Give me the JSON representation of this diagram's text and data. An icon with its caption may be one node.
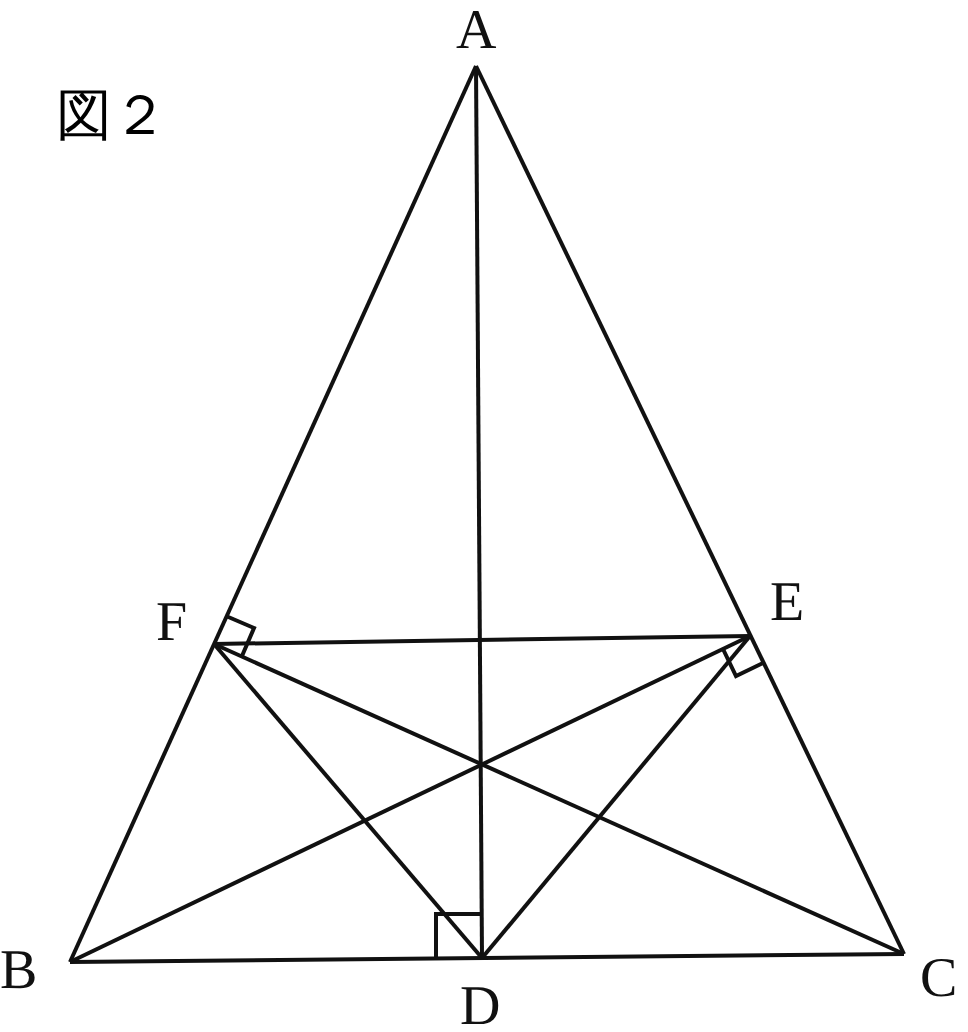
{
  "diagram": {
    "title": "図２",
    "nodes": [
      {
        "text": [
          "A"
        ]
      },
      {
        "text": [
          "B"
        ]
      },
      {
        "text": [
          "C"
        ]
      },
      {
        "text": [
          "D"
        ]
      },
      {
        "text": [
          "E"
        ]
      },
      {
        "text": [
          "F"
        ]
      }
    ],
    "edges": [
      {
        "from": 0,
        "to": 1,
        "arrow": "none"
      },
      {
        "from": 0,
        "to": 2,
        "arrow": "none"
      },
      {
        "from": 1,
        "to": 2,
        "arrow": "none"
      },
      {
        "from": 0,
        "to": 3,
        "arrow": "none"
      },
      {
        "from": 5,
        "to": 4,
        "arrow": "none"
      },
      {
        "from": 5,
        "to": 3,
        "arrow": "none"
      },
      {
        "from": 4,
        "to": 3,
        "arrow": "none"
      },
      {
        "from": 5,
        "to": 2,
        "arrow": "none"
      },
      {
        "from": 1,
        "to": 4,
        "arrow": "none"
      }
    ]
  }
}
